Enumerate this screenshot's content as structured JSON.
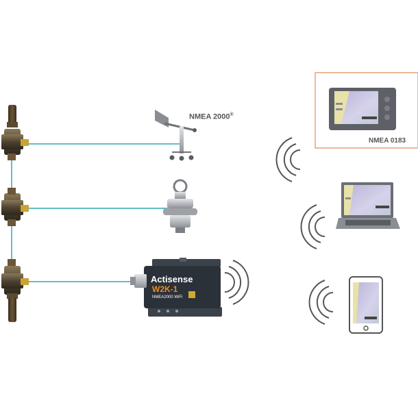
{
  "labels": {
    "nmea2000": "NMEA 2000",
    "nmea2000_mark": "®",
    "nmea0183": "NMEA 0183"
  },
  "gateway": {
    "brand": "Actisense",
    "model": "W2K-1",
    "subtitle": "NMEA2000 WiFi"
  },
  "colors": {
    "cable": "#2aa9b8",
    "highlight_border": "#e8a07a",
    "device_body": "#2b3138",
    "accent": "#f28a1e"
  },
  "icons": [
    "wind-vane-sensor-icon",
    "through-hull-transducer-icon",
    "chart-plotter-icon",
    "laptop-icon",
    "tablet-icon",
    "wifi-signal-icon",
    "t-connector-icon"
  ]
}
